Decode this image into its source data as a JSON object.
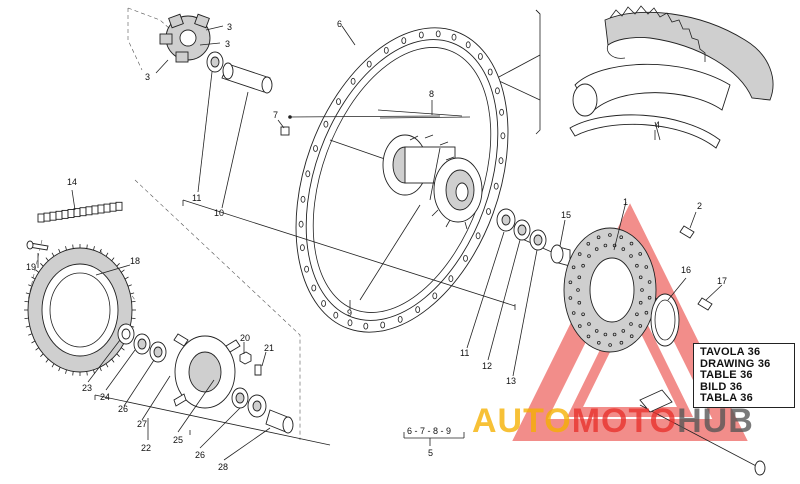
{
  "callouts": {
    "c1": "1",
    "c2": "2",
    "c3a": "3",
    "c3b": "3",
    "c3c": "3",
    "c4": "4",
    "c5": "5",
    "c6": "6",
    "c7": "7",
    "c8": "8",
    "c9": "9",
    "c10": "10",
    "c11a": "11",
    "c11b": "11",
    "c12": "12",
    "c13": "13",
    "c14": "14",
    "c15": "15",
    "c16": "16",
    "c17": "17",
    "c18": "18",
    "c19": "19",
    "c20": "20",
    "c21": "21",
    "c22": "22",
    "c23": "23",
    "c24": "24",
    "c25": "25",
    "c26a": "26",
    "c26b": "26",
    "c27": "27",
    "c28": "28"
  },
  "kit_group": "6 - 7 - 8 - 9",
  "drawing_table": [
    "TAVOLA 36",
    "DRAWING 36",
    "TABLE 36",
    "BILD 36",
    "TABLA 36"
  ],
  "watermark": {
    "auto": "AUTO",
    "moto": "MOTO",
    "hub": "HUB"
  },
  "colors": {
    "watermark_red": "#e8312c",
    "watermark_yellow": "#f5b000",
    "watermark_gray": "#555555",
    "line": "#222222"
  }
}
